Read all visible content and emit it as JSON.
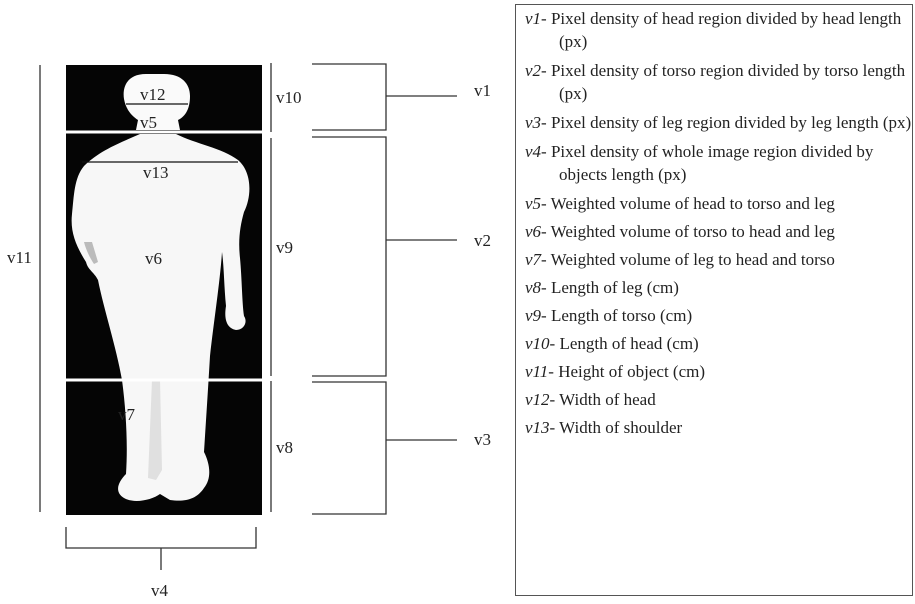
{
  "diagram": {
    "labels": {
      "v1": "v1",
      "v2": "v2",
      "v3": "v3",
      "v4": "v4",
      "v5": "v5",
      "v6": "v6",
      "v7": "v7",
      "v8": "v8",
      "v9": "v9",
      "v10": "v10",
      "v11": "v11",
      "v12": "v12",
      "v13": "v13"
    }
  },
  "legend": {
    "items": [
      {
        "code": "v1",
        "text": "- Pixel density of head region divided by head length (px)"
      },
      {
        "code": "v2",
        "text": "- Pixel density of torso region divided by torso length (px)"
      },
      {
        "code": "v3",
        "text": "- Pixel density of leg region divided by leg length (px)"
      },
      {
        "code": "v4",
        "text": "- Pixel density of whole image region divided by objects length (px)"
      },
      {
        "code": "v5",
        "text": "- Weighted volume of head to torso and leg"
      },
      {
        "code": "v6",
        "text": "- Weighted volume of torso to head and leg"
      },
      {
        "code": "v7",
        "text": "- Weighted volume of leg to head and torso"
      },
      {
        "code": "v8",
        "text": "- Length of leg (cm)"
      },
      {
        "code": "v9",
        "text": "- Length of torso (cm)"
      },
      {
        "code": "v10",
        "text": "- Length of head (cm)"
      },
      {
        "code": "v11",
        "text": "- Height of object (cm)"
      },
      {
        "code": "v12",
        "text": "- Width of head"
      },
      {
        "code": "v13",
        "text": "- Width of shoulder"
      }
    ]
  }
}
